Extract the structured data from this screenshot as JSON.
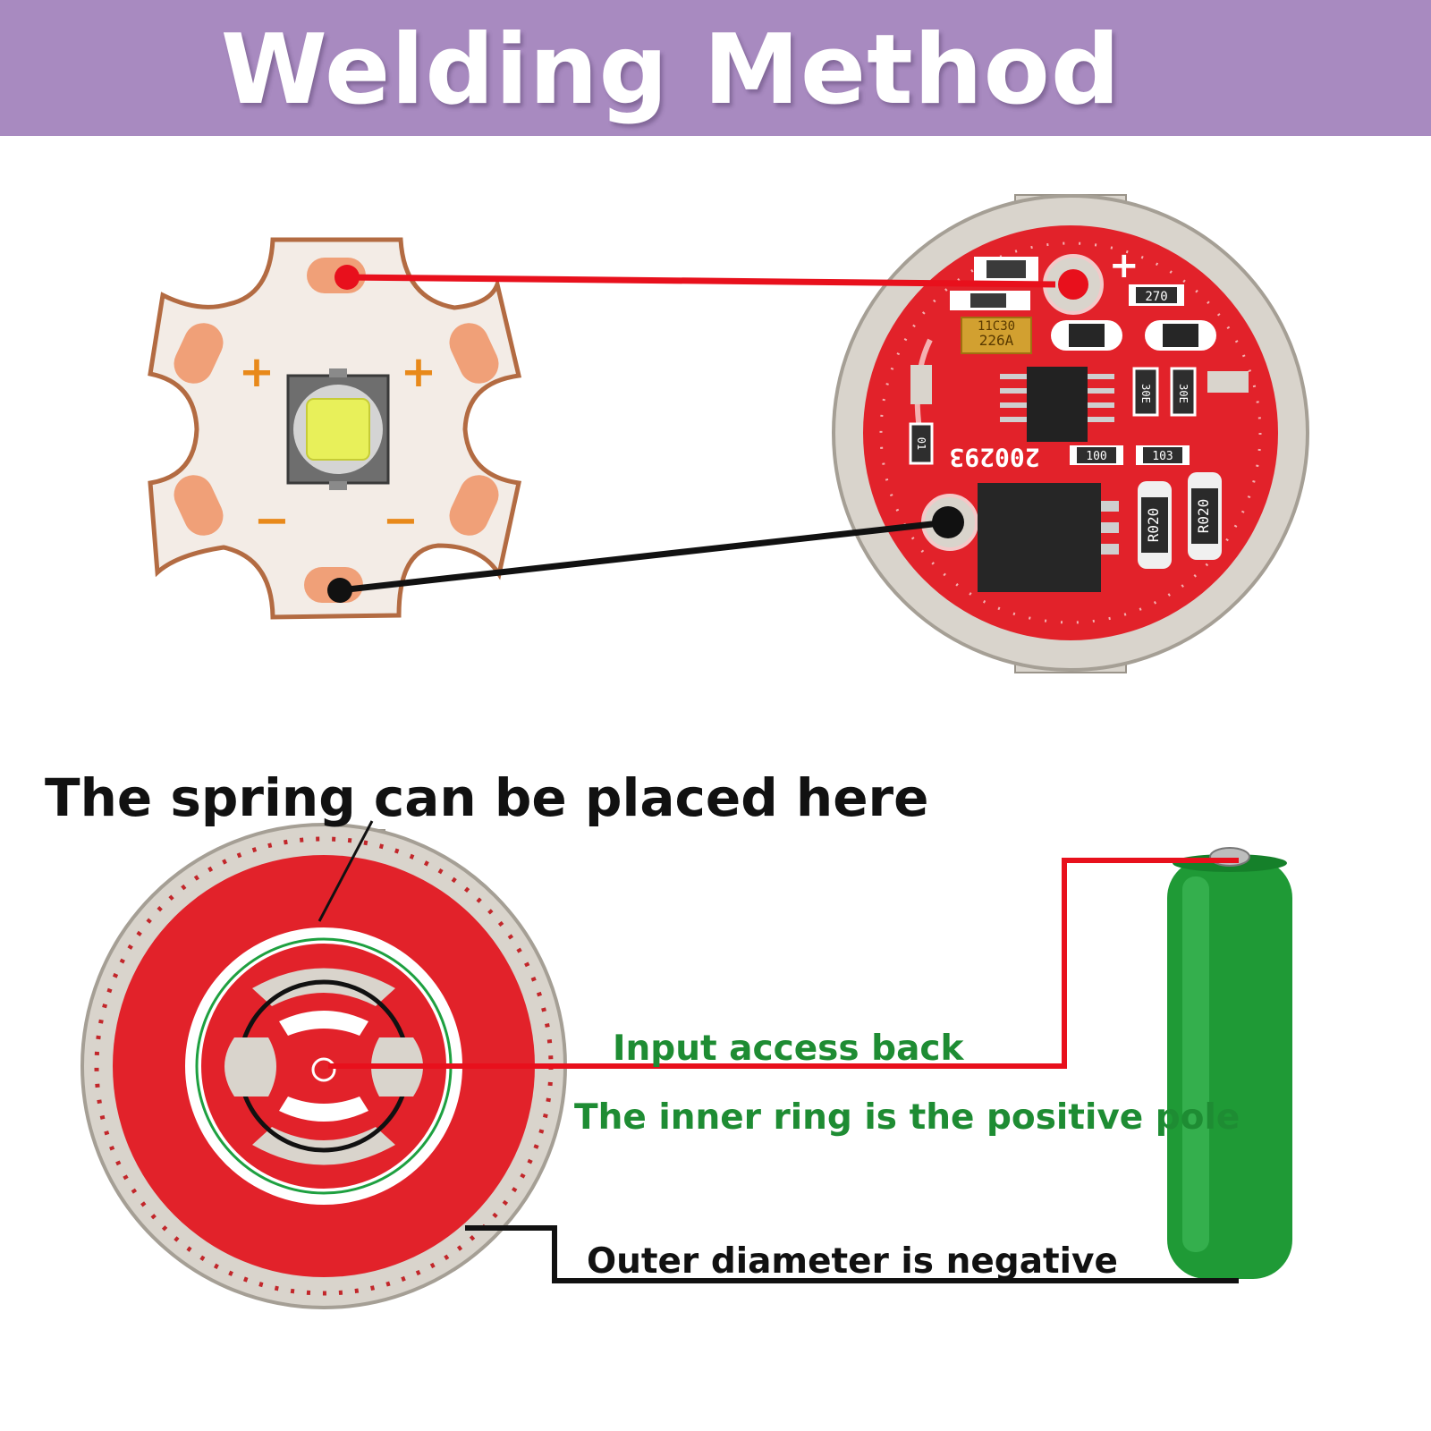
{
  "header": {
    "title": "Welding Method"
  },
  "colors": {
    "header_bg": "#a88ac0",
    "positive_wire": "#e8101c",
    "negative_wire": "#111111",
    "green_text": "#1e8c33",
    "pcb_red": "#e2222a",
    "copper_pad": "#f0a078",
    "battery_green": "#1f9a36"
  },
  "led_board": {
    "pad_marks": [
      "+",
      "+",
      "−",
      "−"
    ]
  },
  "driver_board": {
    "markings": {
      "r270": "270",
      "cap": "226A",
      "cap2": "11C30",
      "r30e_1": "30E",
      "r30e_2": "30E",
      "r01": "01",
      "r100": "100",
      "r103": "103",
      "serial": "200293",
      "rs1": "R020",
      "rs2": "R020",
      "plus": "+"
    }
  },
  "labels": {
    "spring": "The spring can be placed here",
    "input_back": "Input access back",
    "inner_ring": "The inner ring is the positive pole",
    "outer_diameter": "Outer diameter is negative"
  },
  "icons": {
    "led_star": "led-star-board-icon",
    "driver_front": "driver-pcb-front-icon",
    "driver_back": "driver-pcb-back-icon",
    "battery": "battery-cell-icon"
  }
}
